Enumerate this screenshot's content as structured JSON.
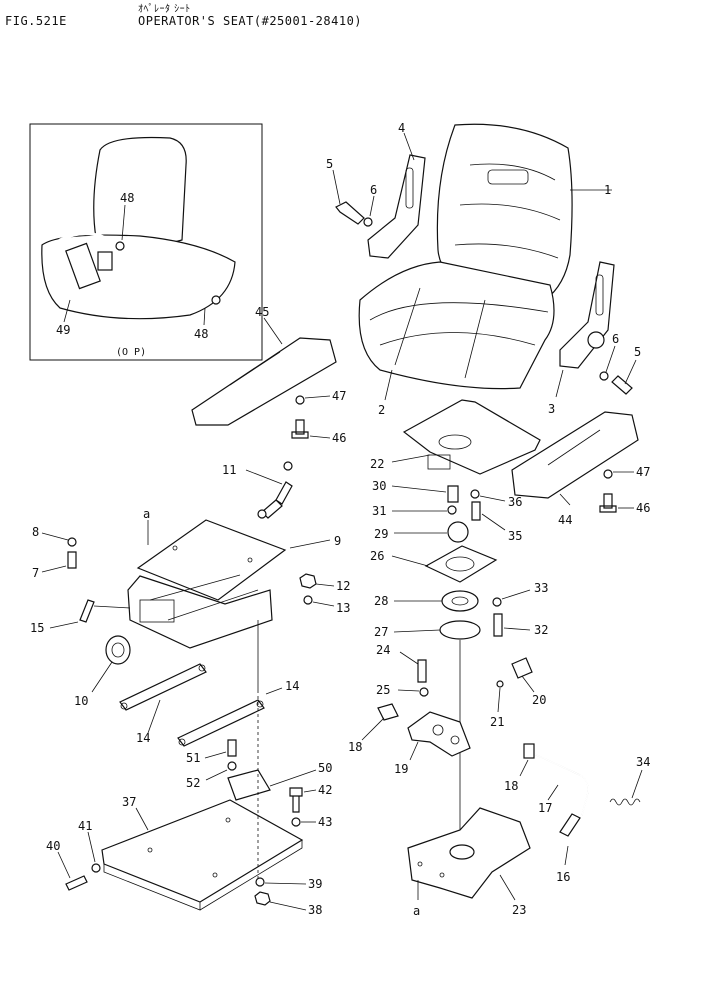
{
  "header": {
    "fig_no": "FIG.521E",
    "title_jp": "ｵﾍﾟﾚｰﾀ ｼｰﾄ",
    "title_en": "OPERATOR'S SEAT(#25001-28410)"
  },
  "inset": {
    "caption": "(O P)"
  },
  "callouts": {
    "c1": "1",
    "c2": "2",
    "c3": "3",
    "c4": "4",
    "c5a": "5",
    "c5b": "5",
    "c6a": "6",
    "c6b": "6",
    "c7": "7",
    "c8": "8",
    "c9": "9",
    "c10": "10",
    "c11": "11",
    "c12": "12",
    "c13": "13",
    "c14a": "14",
    "c14b": "14",
    "c15": "15",
    "c16": "16",
    "c17": "17",
    "c18a": "18",
    "c18b": "18",
    "c19": "19",
    "c20": "20",
    "c21": "21",
    "c22": "22",
    "c23": "23",
    "c24": "24",
    "c25": "25",
    "c26": "26",
    "c27": "27",
    "c28": "28",
    "c29": "29",
    "c30": "30",
    "c31": "31",
    "c32": "32",
    "c33": "33",
    "c34": "34",
    "c35": "35",
    "c36": "36",
    "c37": "37",
    "c38": "38",
    "c39": "39",
    "c40": "40",
    "c41": "41",
    "c42": "42",
    "c43": "43",
    "c44": "44",
    "c45": "45",
    "c46a": "46",
    "c46b": "46",
    "c47a": "47",
    "c47b": "47",
    "c48a": "48",
    "c48b": "48",
    "c49": "49",
    "c50": "50",
    "c51": "51",
    "c52": "52",
    "ra": "a",
    "rb": "a"
  }
}
